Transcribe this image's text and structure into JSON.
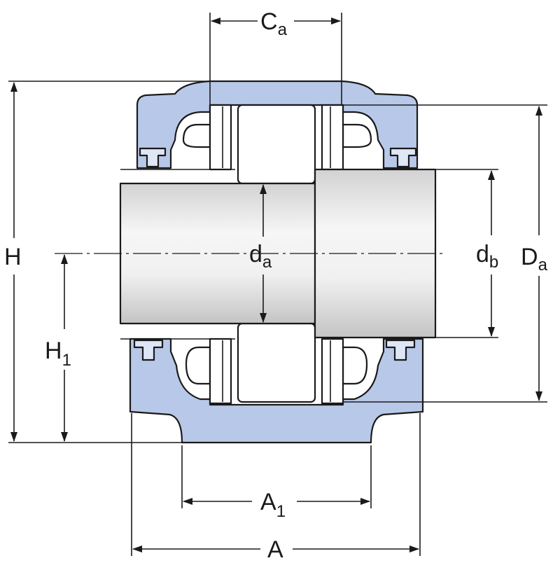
{
  "colors": {
    "housing": "#b8c8e8",
    "shaft_light": "#f4f4f4",
    "shaft_dark": "#c9c9c9",
    "line": "#1a1a1a",
    "background": "#ffffff"
  },
  "labels": {
    "ca": {
      "main": "C",
      "sub": "a"
    },
    "h": {
      "main": "H"
    },
    "h1": {
      "main": "H",
      "sub": "1"
    },
    "da": {
      "main": "d",
      "sub": "a"
    },
    "db": {
      "main": "d",
      "sub": "b"
    },
    "Da": {
      "main": "D",
      "sub": "a"
    },
    "a1": {
      "main": "A",
      "sub": "1"
    },
    "a": {
      "main": "A"
    }
  }
}
